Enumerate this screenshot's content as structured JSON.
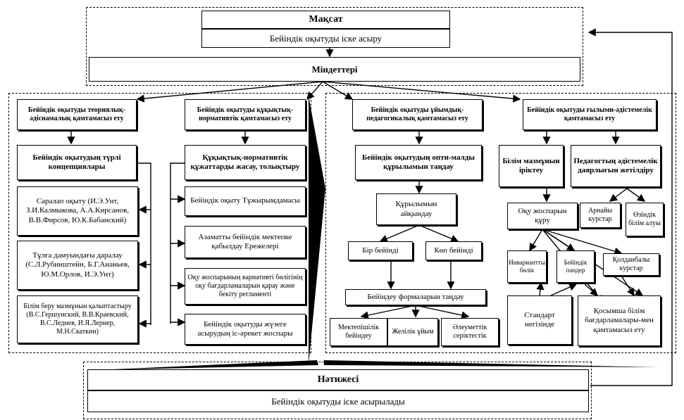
{
  "goal": {
    "title": "Мақсат",
    "text": "Бейіндік оқытуды іске асыру"
  },
  "tasks": {
    "title": "Міндеттері"
  },
  "branches": {
    "theory": "Бейіндік оқытуды теориялық-әдіснамалық қамтамасыз ету",
    "legal": "Бейіндік оқытуды құқықтық-нормативтік қамтамасыз ету",
    "org": "Бейіндік оқытуды ұйымдық-педагогикалық қамтамасыз ету",
    "science": "Бейіндік оқытуды ғылыми-әдістемелік қамтамасыз ету"
  },
  "theory": {
    "header": "Бейіндік оқытудың түрлі концепциялары",
    "items": [
      "Саралап оқыту (И.Э.Унт, З.И.Калмыкова, А.А.Кирсанов, В.В.Фирсов, Ю.К.Бабанский)",
      "Тұлға дамуындағы даралау (С.Л.Рубинштейн, Б.Г.Ананьев, Ю.М.Орлов, И.Э.Унт)",
      "Білім беру мазмұнын қалыптастыру (В.С.Гершунский, В.В.Краевский, В.С.Леднев, И.Я.Лернер, М.Н.Скаткин)"
    ]
  },
  "legal": {
    "header": "Құқықтық-нормативтік құжаттарды жасау, толықтыру",
    "items": [
      "Бейіндік оқыту Тұжырымдамасы",
      "Азаматты бейіндік мектепке қабылдау Ережелері",
      "Оқу жоспарының вариативті бөлігінің оқу бағдарламаларын қарау және бекіту регламенті",
      "Бейіндік оқытуды жүзеге асырудың іс-әрекет жоспары"
    ]
  },
  "org": {
    "header": "Бейіндік оқытудың опти-малды құрылымын таңдау",
    "structure": "Құрылымын айқындау",
    "single": "Бір бейінді",
    "multi": "Көп бейінді",
    "forms": "Бейіндеу формаларын таңдау",
    "form_items": [
      "Мектепішілік бейіндеу",
      "Желілік ұйым",
      "Әлеуметтік серіктестік"
    ]
  },
  "science": {
    "content": "Білім мазмұнын іріктеу",
    "teacher": "Педагогтың әдістемелік даярлығын жетілдіру",
    "plan": "Оқу жоспарын құру",
    "special": "Арнайы курстар",
    "selfedu": "Өзіндік білім алуы",
    "invariant": "Инвариантты бөлік",
    "profile": "Бейіндік пәндер",
    "applied": "Қолданбалы курстар",
    "standard": "Стандарт негізінде",
    "extra": "Қосымша білім бағдарламалары-мен қамтамасыз ету"
  },
  "result": {
    "title": "Нәтижесі",
    "text": "Бейіндік оқытуды іске асырылады"
  }
}
